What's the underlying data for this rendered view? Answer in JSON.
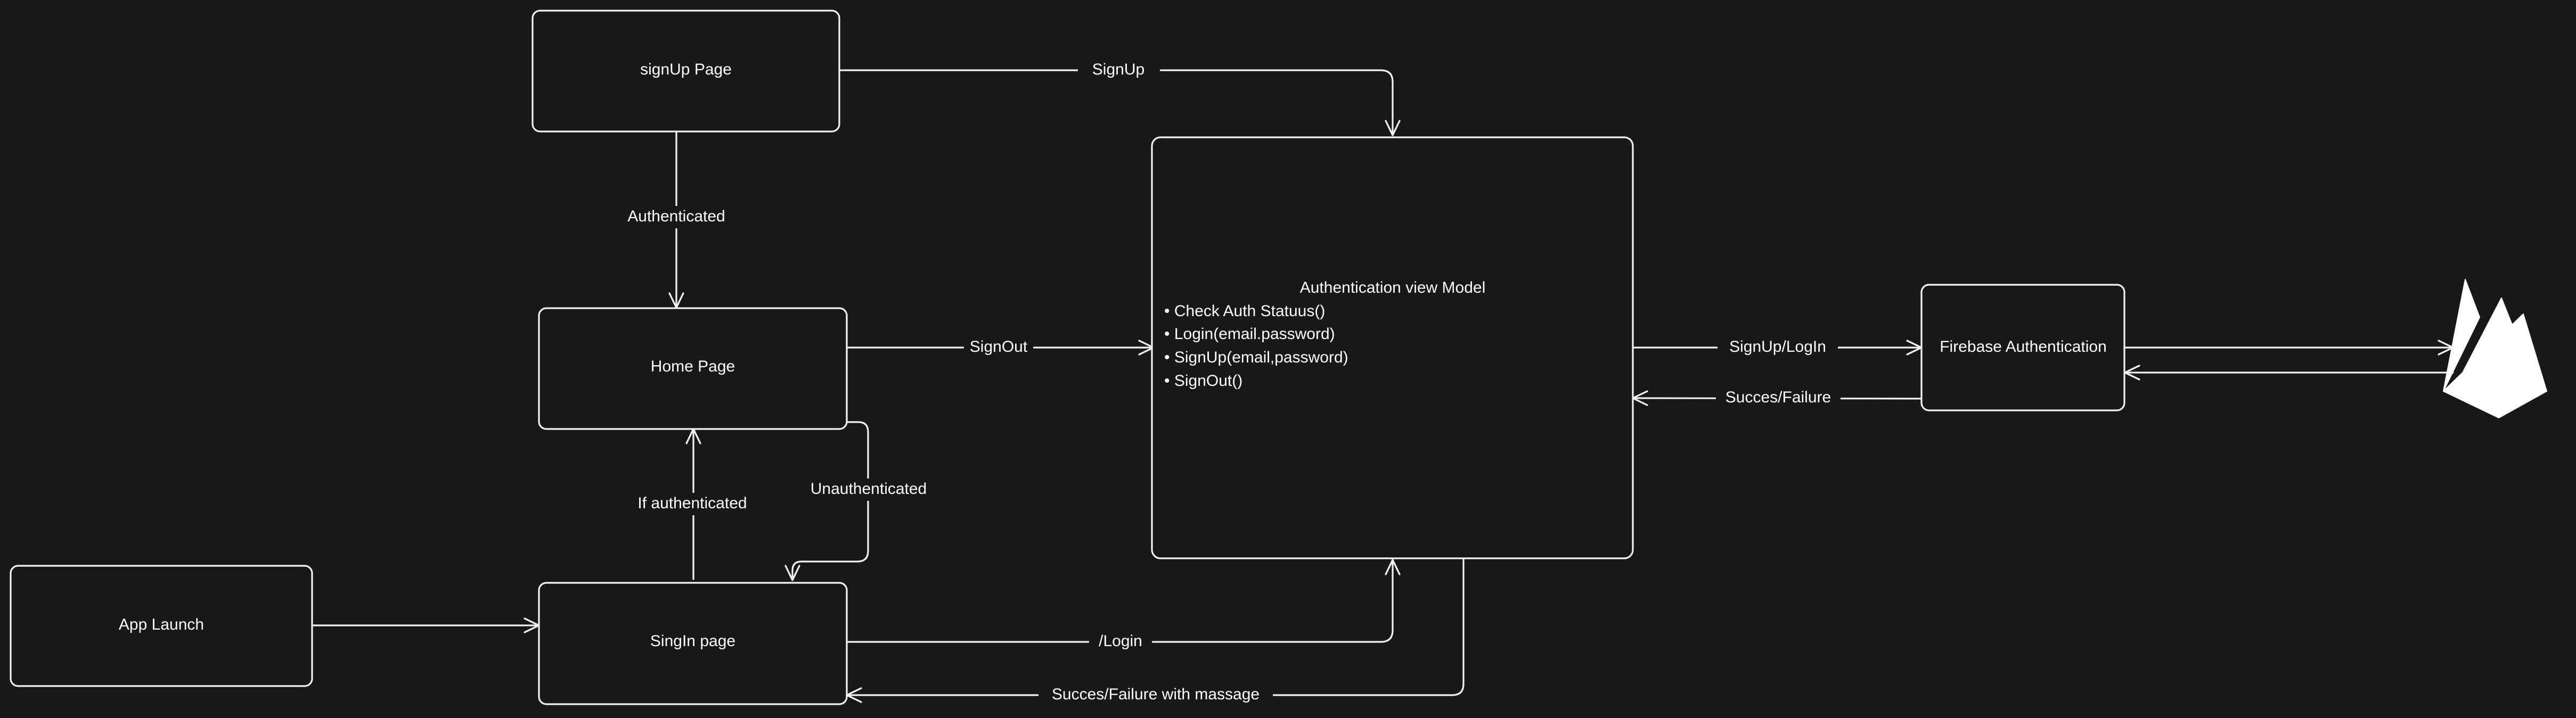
{
  "diagram": {
    "nodes": {
      "signup_page": "signUp Page",
      "home_page": "Home Page",
      "app_launch": "App Launch",
      "signin_page": "SingIn page",
      "auth_view_model": "Authentication view Model",
      "firebase_auth": "Firebase Authentication"
    },
    "view_model_methods": [
      "• Check Auth Statuus()",
      "• Login(email.password)",
      "• SignUp(email,password)",
      "• SignOut()"
    ],
    "edges": {
      "signup": "SignUp",
      "authenticated": "Authenticated",
      "signout": "SignOut",
      "unauthenticated": "Unauthenticated",
      "if_authenticated": "If  authenticated",
      "login": "/Login",
      "success_failure_message": "Succes/Failure with massage",
      "signup_login": "SignUp/LogIn",
      "success_failure": "Succes/Failure"
    },
    "icons": {
      "firebase": "firebase-logo-icon"
    },
    "colors": {
      "background": "#181818",
      "stroke": "#f2f2f2",
      "text": "#ffffff"
    }
  }
}
